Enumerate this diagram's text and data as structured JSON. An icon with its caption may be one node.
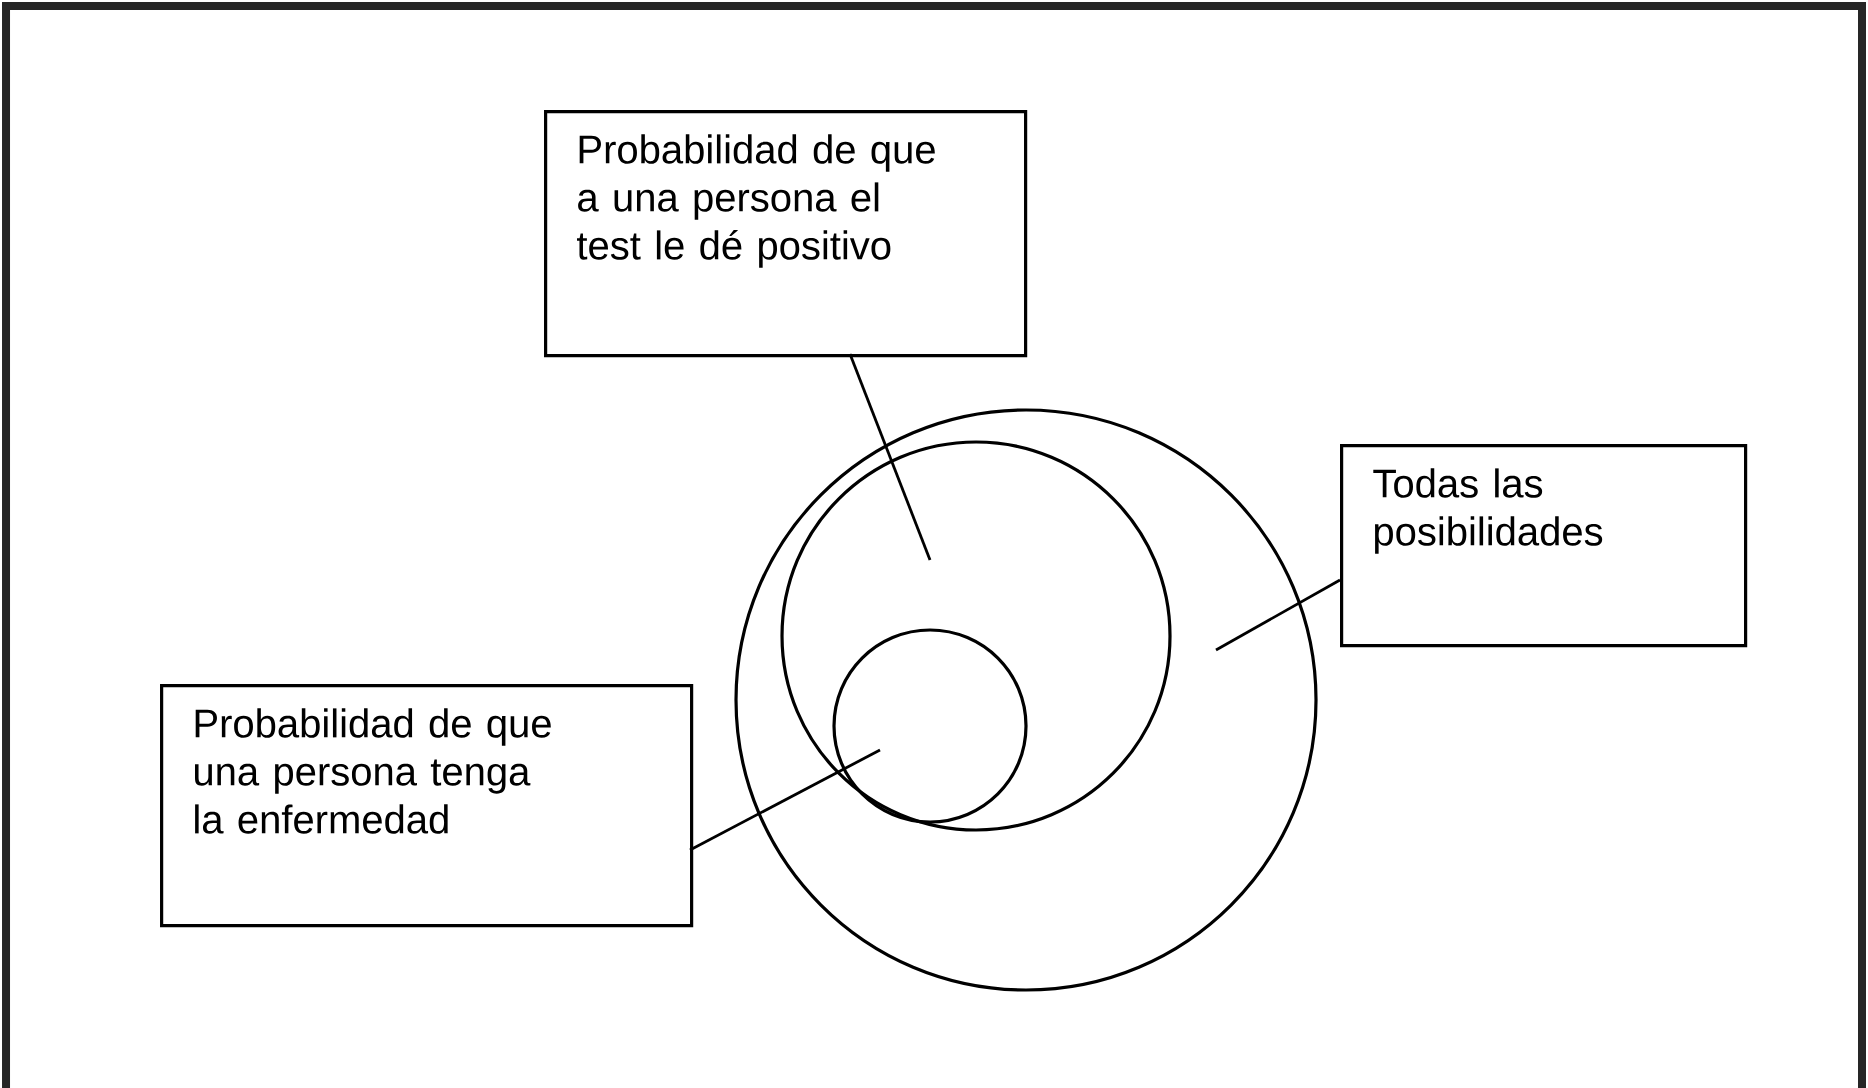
{
  "diagram": {
    "nodes": [
      {
        "text": [
          "Probabilidad de que a una persona el test le dé positivo"
        ]
      },
      {
        "text": [
          "Todas las posibilidades"
        ]
      },
      {
        "text": [
          "Probabilidad de que una persona tenga la enfermedad"
        ]
      },
      {
        "text": [],
        "shape": "circle"
      },
      {
        "text": [],
        "shape": "circle",
        "in": 3
      },
      {
        "text": [],
        "shape": "circle",
        "in": 4
      }
    ],
    "edges": [
      {
        "from": 0,
        "to": 4,
        "arrow": "none"
      },
      {
        "from": 1,
        "to": 3,
        "arrow": "none"
      },
      {
        "from": 2,
        "to": 5,
        "arrow": "none"
      }
    ]
  }
}
